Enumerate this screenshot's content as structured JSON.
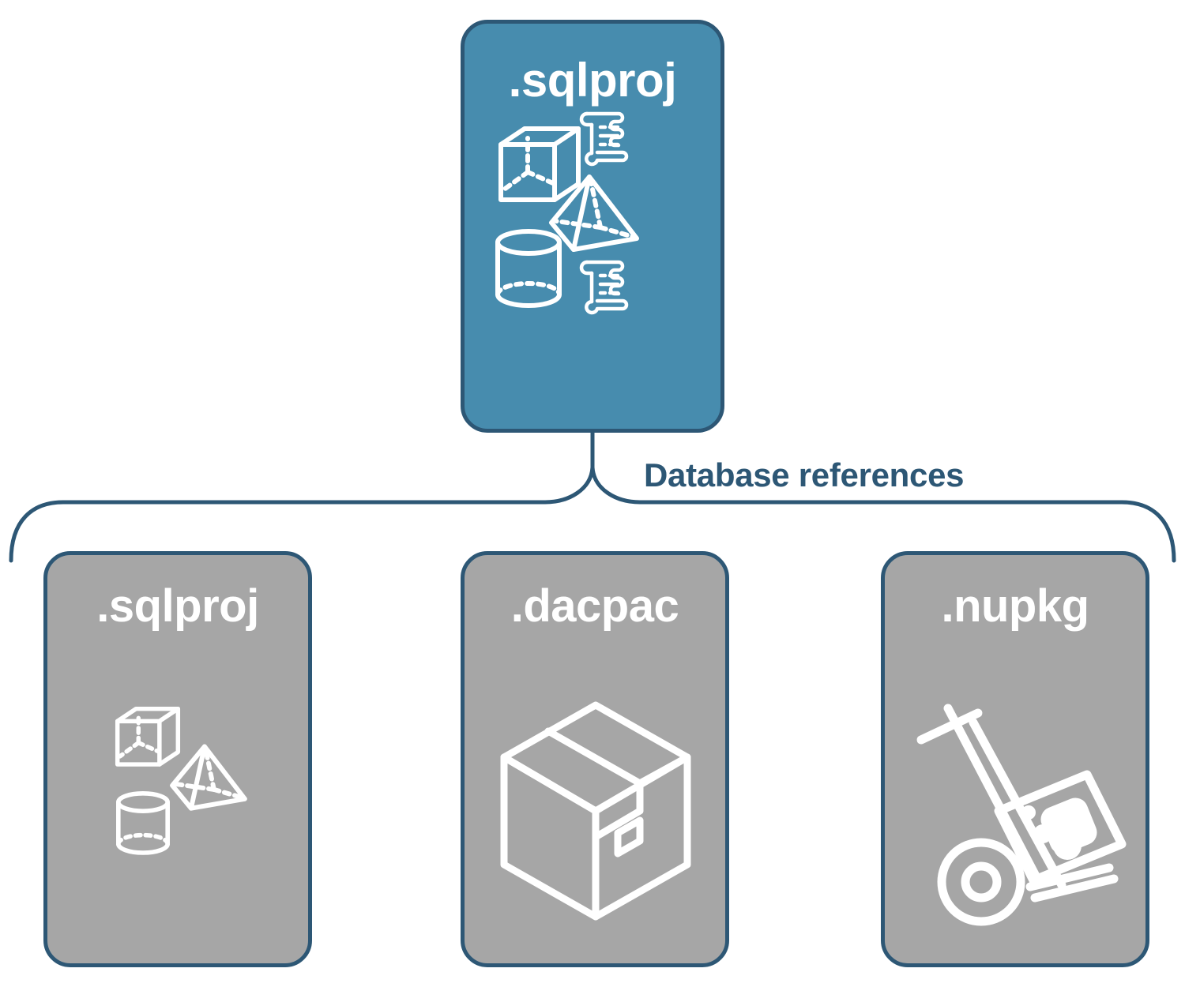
{
  "diagram": {
    "title_label": "Database references",
    "colors": {
      "primary_fill": "#478cae",
      "secondary_fill": "#a6a6a6",
      "stroke": "#2d5775",
      "icon": "#ffffff",
      "background": "#ffffff"
    }
  },
  "top_node": {
    "label": ".sqlproj",
    "fill": "primary",
    "icons": [
      "cube-icon",
      "scroll-icon",
      "pyramid-icon",
      "cylinder-icon",
      "scroll-icon"
    ]
  },
  "reference_nodes": [
    {
      "label": ".sqlproj",
      "fill": "secondary",
      "icons": [
        "cube-icon",
        "pyramid-icon",
        "cylinder-icon"
      ]
    },
    {
      "label": ".dacpac",
      "fill": "secondary",
      "icons": [
        "package-box-icon"
      ]
    },
    {
      "label": ".nupkg",
      "fill": "secondary",
      "icons": [
        "hand-truck-nuget-icon"
      ]
    }
  ]
}
